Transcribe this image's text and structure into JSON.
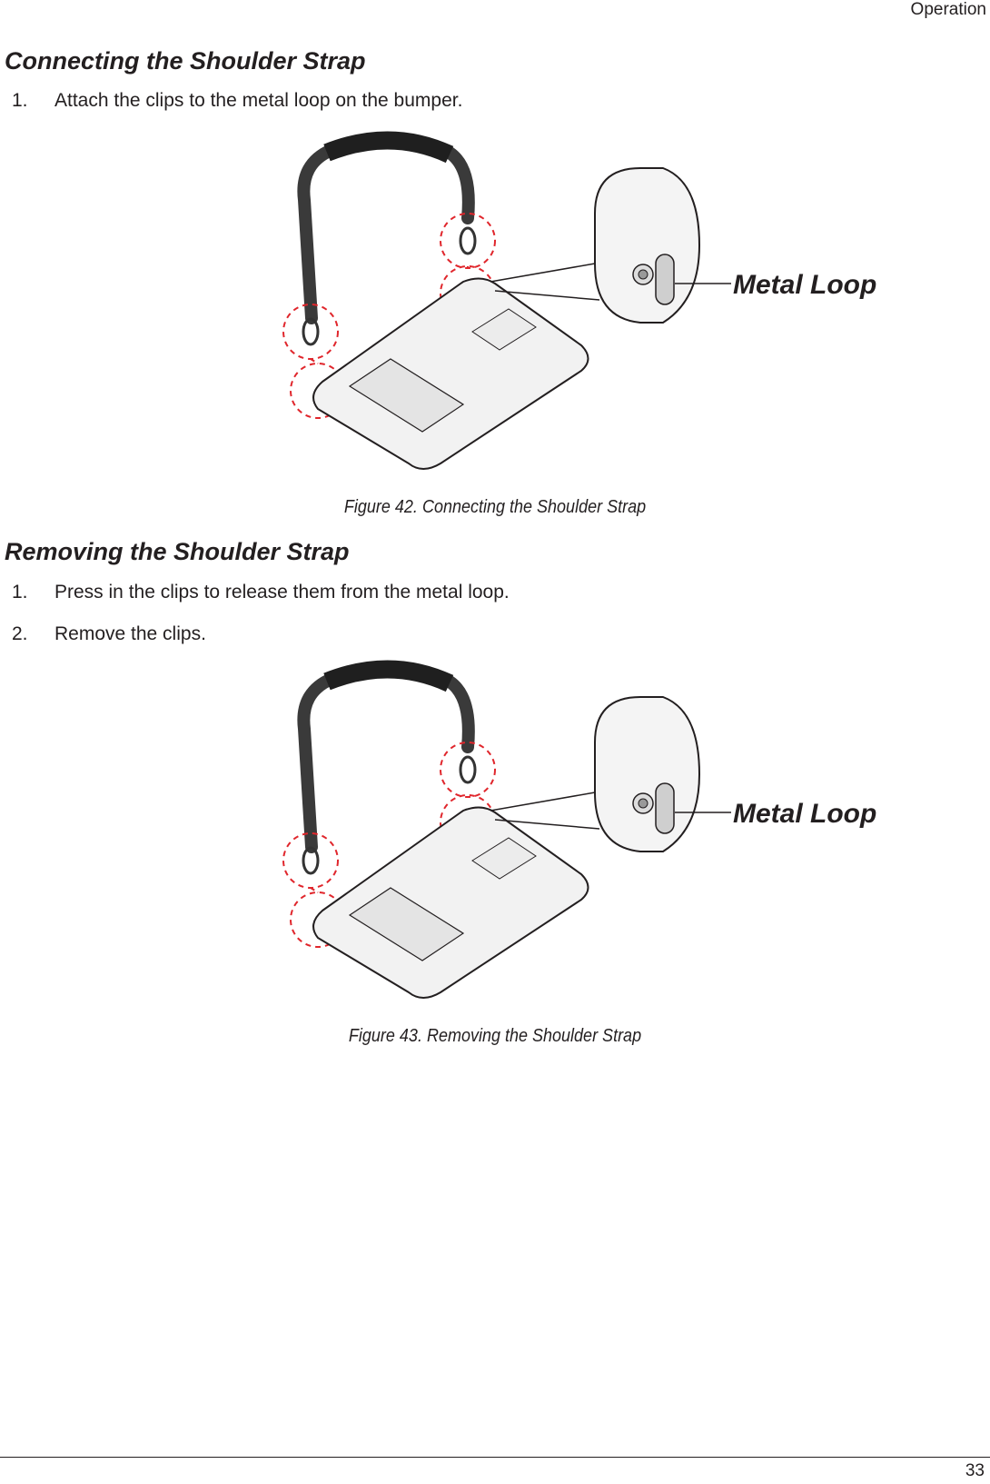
{
  "header": {
    "section": "Operation"
  },
  "connecting": {
    "heading": "Connecting the Shoulder Strap",
    "steps": [
      {
        "num": "1.",
        "text": "Attach the clips to the metal loop on the bumper."
      }
    ],
    "figure": {
      "callout": "Metal Loop",
      "caption": "Figure 42.  Connecting the Shoulder Strap"
    }
  },
  "removing": {
    "heading": "Removing the Shoulder Strap",
    "steps": [
      {
        "num": "1.",
        "text": "Press in the clips to release them from the metal loop."
      },
      {
        "num": "2.",
        "text": "Remove the clips."
      }
    ],
    "figure": {
      "callout": "Metal Loop",
      "caption": "Figure 43.  Removing the Shoulder Strap"
    }
  },
  "footer": {
    "page_number": "33"
  },
  "colors": {
    "text": "#231f20",
    "dashed_circle": "#e0262c",
    "strap": "#3a3a3a"
  }
}
